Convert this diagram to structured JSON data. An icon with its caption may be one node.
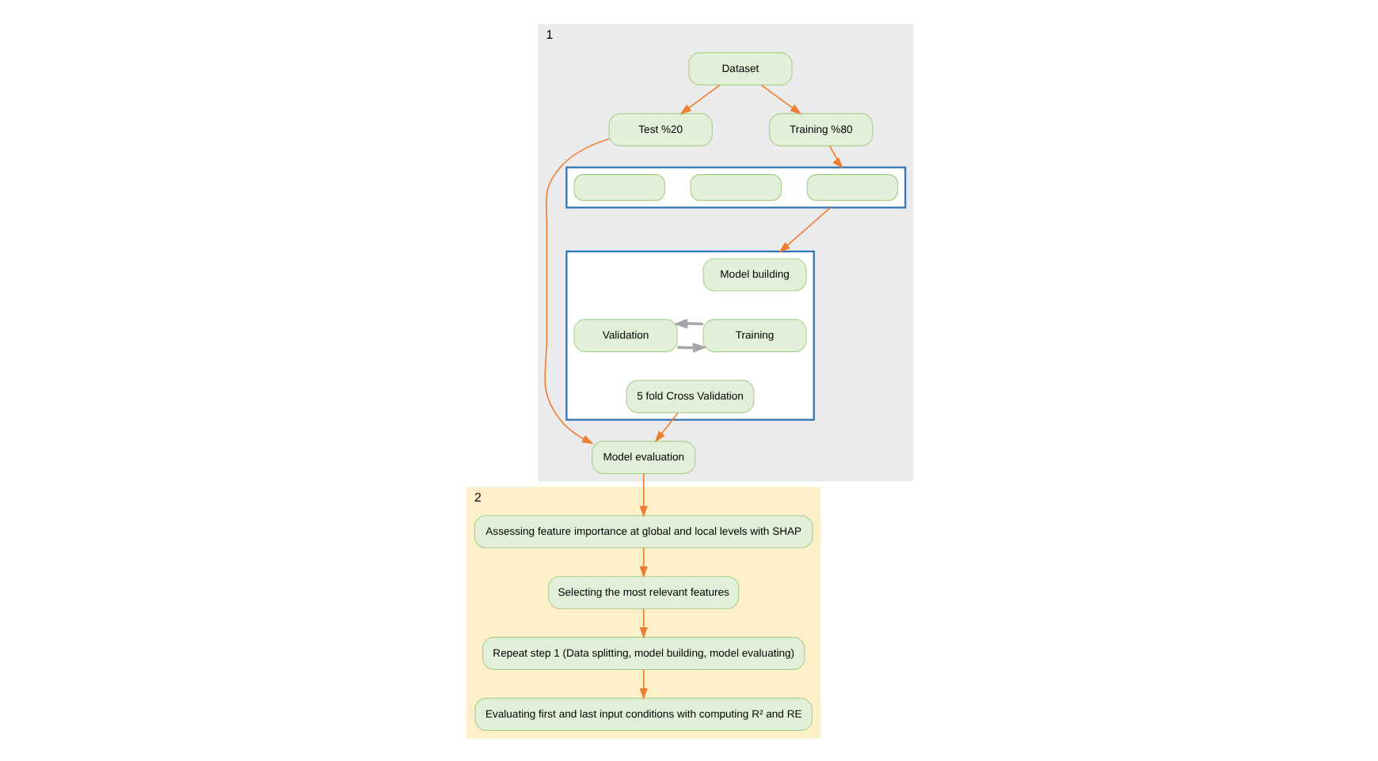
{
  "diagram": {
    "nodes": [
      {
        "text": [
          "1"
        ]
      },
      {
        "text": [
          "Dataset"
        ],
        "in": 0
      },
      {
        "text": [
          "Test %20"
        ],
        "in": 0
      },
      {
        "text": [
          "Training %80"
        ],
        "in": 0
      },
      {
        "text": [],
        "shape": "box",
        "in": 0
      },
      {
        "text": [],
        "shape": "box",
        "in": 4
      },
      {
        "text": [],
        "shape": "box",
        "in": 4
      },
      {
        "text": [],
        "shape": "box",
        "in": 4
      },
      {
        "text": [],
        "shape": "box",
        "in": 0
      },
      {
        "text": [
          "Model building"
        ],
        "in": 8
      },
      {
        "text": [
          "Training"
        ],
        "in": 8
      },
      {
        "text": [
          "Validation"
        ],
        "in": 8
      },
      {
        "text": [
          "5 fold Cross Validation"
        ],
        "in": 8
      },
      {
        "text": [
          "Model evaluation"
        ],
        "in": 0
      },
      {
        "text": [
          "2"
        ]
      },
      {
        "text": [
          "Assessing feature importance at global and local levels with SHAP"
        ],
        "in": 14
      },
      {
        "text": [
          "Selecting the most relevant features"
        ],
        "in": 14
      },
      {
        "text": [
          "Repeat step 1 (Data splitting, model building, model evaluating)"
        ],
        "in": 14
      },
      {
        "text": [
          "Evaluating first and last input conditions with computing R² and RE"
        ],
        "in": 14
      }
    ],
    "edges": [
      {
        "from": 1,
        "to": 2,
        "arrow": "to"
      },
      {
        "from": 1,
        "to": 3,
        "arrow": "to"
      },
      {
        "from": 3,
        "to": 4,
        "arrow": "to"
      },
      {
        "from": 4,
        "to": 8,
        "arrow": "to"
      },
      {
        "from": 11,
        "to": 10,
        "arrow": "to",
        "color": "#a6a6a6"
      },
      {
        "from": 10,
        "to": 11,
        "arrow": "to",
        "color": "#a6a6a6"
      },
      {
        "from": 2,
        "to": 13,
        "arrow": "to"
      },
      {
        "from": 12,
        "to": 13,
        "arrow": "to"
      },
      {
        "from": 13,
        "to": 15,
        "arrow": "to"
      },
      {
        "from": 15,
        "to": 16,
        "arrow": "to"
      },
      {
        "from": 16,
        "to": 17,
        "arrow": "to"
      },
      {
        "from": 17,
        "to": 18,
        "arrow": "to"
      }
    ]
  }
}
